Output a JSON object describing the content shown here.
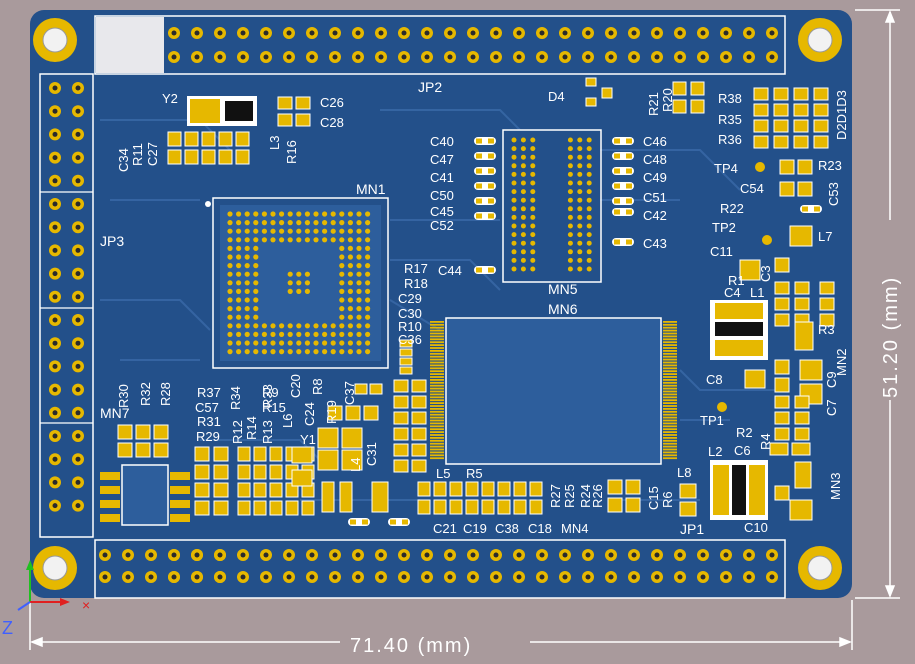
{
  "colors": {
    "background": "#a99a9c",
    "board": "#23508a",
    "board_light": "#2d5e9c",
    "trace": "#3a6aa8",
    "silk": "#ffffff",
    "pad": "#e6b800",
    "pad_dark": "#c89a00",
    "dim": "#ffffff",
    "axis_x": "#e02020",
    "axis_y": "#20c020",
    "axis_z": "#4060ff"
  },
  "dimensions": {
    "width_label": "71.40 (mm)",
    "height_label": "51.20 (mm)"
  },
  "axes": {
    "z_label": "Z"
  },
  "chips": {
    "mn1": "MN1",
    "mn5": "MN5",
    "mn6": "MN6",
    "mn7": "MN7"
  },
  "connectors": {
    "jp1": "JP1",
    "jp2": "JP2",
    "jp3": "JP3"
  },
  "labels": [
    {
      "id": "y2",
      "text": "Y2"
    },
    {
      "id": "c26",
      "text": "C26"
    },
    {
      "id": "c28",
      "text": "C28"
    },
    {
      "id": "c34",
      "text": "C34"
    },
    {
      "id": "r11",
      "text": "R11"
    },
    {
      "id": "c27",
      "text": "C27"
    },
    {
      "id": "l3",
      "text": "L3"
    },
    {
      "id": "r16",
      "text": "R16"
    },
    {
      "id": "d4",
      "text": "D4"
    },
    {
      "id": "r21",
      "text": "R21"
    },
    {
      "id": "r20",
      "text": "R20"
    },
    {
      "id": "r38",
      "text": "R38"
    },
    {
      "id": "r35",
      "text": "R35"
    },
    {
      "id": "r36",
      "text": "R36"
    },
    {
      "id": "d2d1d3",
      "text": "D2D1D3"
    },
    {
      "id": "c40",
      "text": "C40"
    },
    {
      "id": "c47",
      "text": "C47"
    },
    {
      "id": "c41",
      "text": "C41"
    },
    {
      "id": "c50",
      "text": "C50"
    },
    {
      "id": "c45",
      "text": "C45"
    },
    {
      "id": "c52",
      "text": "C52"
    },
    {
      "id": "c46",
      "text": "C46"
    },
    {
      "id": "c48",
      "text": "C48"
    },
    {
      "id": "c49",
      "text": "C49"
    },
    {
      "id": "c51",
      "text": "C51"
    },
    {
      "id": "c42",
      "text": "C42"
    },
    {
      "id": "c43",
      "text": "C43"
    },
    {
      "id": "c44",
      "text": "C44"
    },
    {
      "id": "tp4",
      "text": "TP4"
    },
    {
      "id": "r23",
      "text": "R23"
    },
    {
      "id": "c54",
      "text": "C54"
    },
    {
      "id": "c53",
      "text": "C53"
    },
    {
      "id": "r22",
      "text": "R22"
    },
    {
      "id": "tp2",
      "text": "TP2"
    },
    {
      "id": "l7",
      "text": "L7"
    },
    {
      "id": "c11",
      "text": "C11"
    },
    {
      "id": "r1",
      "text": "R1"
    },
    {
      "id": "c3",
      "text": "C3"
    },
    {
      "id": "c4",
      "text": "C4"
    },
    {
      "id": "l1",
      "text": "L1"
    },
    {
      "id": "r3",
      "text": "R3"
    },
    {
      "id": "mn2",
      "text": "MN2"
    },
    {
      "id": "c8",
      "text": "C8"
    },
    {
      "id": "c9",
      "text": "C9"
    },
    {
      "id": "c7",
      "text": "C7"
    },
    {
      "id": "tp1",
      "text": "TP1"
    },
    {
      "id": "r2",
      "text": "R2"
    },
    {
      "id": "r4",
      "text": "R4"
    },
    {
      "id": "l2",
      "text": "L2"
    },
    {
      "id": "c6",
      "text": "C6"
    },
    {
      "id": "mn3",
      "text": "MN3"
    },
    {
      "id": "l8",
      "text": "L8"
    },
    {
      "id": "c10",
      "text": "C10"
    },
    {
      "id": "r17",
      "text": "R17"
    },
    {
      "id": "r18",
      "text": "R18"
    },
    {
      "id": "c29",
      "text": "C29"
    },
    {
      "id": "c30",
      "text": "C30"
    },
    {
      "id": "r10",
      "text": "R10"
    },
    {
      "id": "c36",
      "text": "C36"
    },
    {
      "id": "r30",
      "text": "R30"
    },
    {
      "id": "r32",
      "text": "R32"
    },
    {
      "id": "r28",
      "text": "R28"
    },
    {
      "id": "r37",
      "text": "R37"
    },
    {
      "id": "c57",
      "text": "C57"
    },
    {
      "id": "r31",
      "text": "R31"
    },
    {
      "id": "r29",
      "text": "R29"
    },
    {
      "id": "r34",
      "text": "R34"
    },
    {
      "id": "r12",
      "text": "R12"
    },
    {
      "id": "r14",
      "text": "R14"
    },
    {
      "id": "r33",
      "text": "R33"
    },
    {
      "id": "r9",
      "text": "R9"
    },
    {
      "id": "r15",
      "text": "R15"
    },
    {
      "id": "r13",
      "text": "R13"
    },
    {
      "id": "l6",
      "text": "L6"
    },
    {
      "id": "c20",
      "text": "C20"
    },
    {
      "id": "r8",
      "text": "R8"
    },
    {
      "id": "c24",
      "text": "C24"
    },
    {
      "id": "c37",
      "text": "C37"
    },
    {
      "id": "r19",
      "text": "R19"
    },
    {
      "id": "y1",
      "text": "Y1"
    },
    {
      "id": "l4",
      "text": "L4"
    },
    {
      "id": "c31",
      "text": "C31"
    },
    {
      "id": "l5",
      "text": "L5"
    },
    {
      "id": "r5",
      "text": "R5"
    },
    {
      "id": "r27",
      "text": "R27"
    },
    {
      "id": "r25",
      "text": "R25"
    },
    {
      "id": "r24",
      "text": "R24"
    },
    {
      "id": "r26",
      "text": "R26"
    },
    {
      "id": "c15",
      "text": "C15"
    },
    {
      "id": "r6",
      "text": "R6"
    },
    {
      "id": "c21",
      "text": "C21"
    },
    {
      "id": "c19",
      "text": "C19"
    },
    {
      "id": "c38",
      "text": "C38"
    },
    {
      "id": "c18",
      "text": "C18"
    },
    {
      "id": "mn4",
      "text": "MN4"
    }
  ]
}
